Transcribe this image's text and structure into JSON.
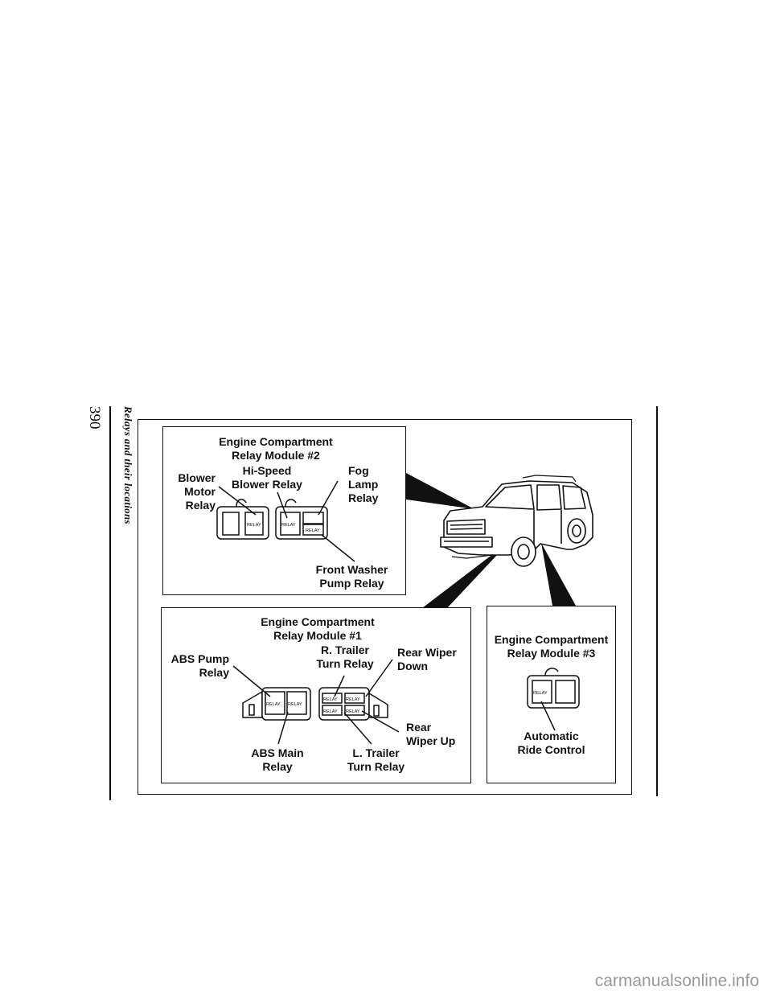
{
  "page": {
    "number": "390",
    "section_title": "Relays and their locations"
  },
  "module2": {
    "title_line1": "Engine Compartment",
    "title_line2": "Relay Module #2",
    "blower_motor": [
      "Blower",
      "Motor",
      "Relay"
    ],
    "hi_speed": [
      "Hi-Speed",
      "Blower Relay"
    ],
    "fog_lamp": [
      "Fog",
      "Lamp",
      "Relay"
    ],
    "front_washer": [
      "Front Washer",
      "Pump Relay"
    ],
    "relay_text": "RELAY"
  },
  "module1": {
    "title_line1": "Engine Compartment",
    "title_line2": "Relay Module #1",
    "abs_pump": [
      "ABS Pump",
      "Relay"
    ],
    "r_trailer": [
      "R. Trailer",
      "Turn Relay"
    ],
    "rear_wiper_down": [
      "Rear Wiper",
      "Down"
    ],
    "rear_wiper_up": [
      "Rear",
      "Wiper Up"
    ],
    "abs_main": [
      "ABS Main",
      "Relay"
    ],
    "l_trailer": [
      "L. Trailer",
      "Turn Relay"
    ],
    "relay_text": "RELAY"
  },
  "module3": {
    "title_line1": "Engine Compartment",
    "title_line2": "Relay Module #3",
    "automatic_ride": [
      "Automatic",
      "Ride Control"
    ],
    "relay_text": "RELAY"
  },
  "watermark": "carmanualsonline.info"
}
